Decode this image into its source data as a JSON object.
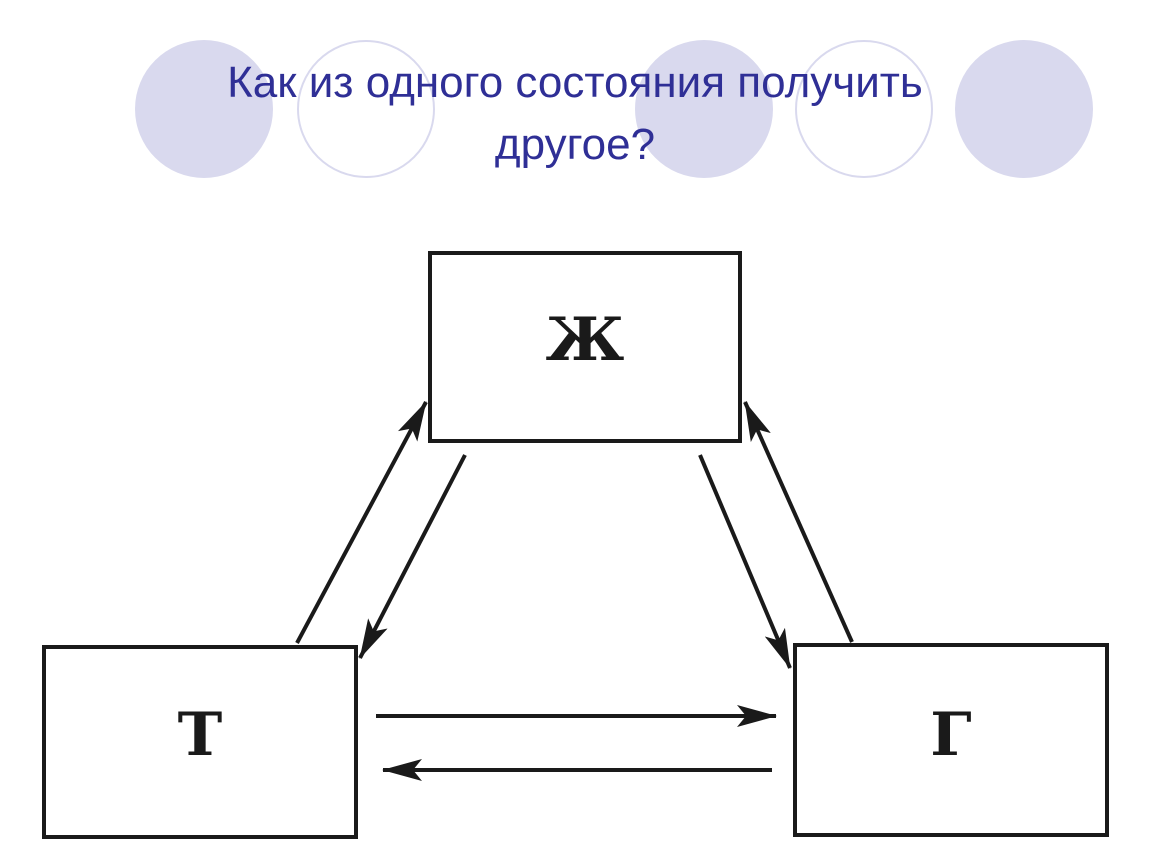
{
  "slide": {
    "title_line1": "Как из одного состояния получить",
    "title_line2": "другое?",
    "title_color": "#2f2f96",
    "decoration_fill": "#d9d9ee"
  },
  "diagram": {
    "nodes": [
      {
        "id": "liquid",
        "label": "Ж"
      },
      {
        "id": "solid",
        "label": "Т"
      },
      {
        "id": "gas",
        "label": "Г"
      }
    ],
    "edges": [
      {
        "from": "Т",
        "to": "Ж"
      },
      {
        "from": "Ж",
        "to": "Т"
      },
      {
        "from": "Ж",
        "to": "Г"
      },
      {
        "from": "Г",
        "to": "Ж"
      },
      {
        "from": "Т",
        "to": "Г"
      },
      {
        "from": "Г",
        "to": "Т"
      }
    ]
  }
}
